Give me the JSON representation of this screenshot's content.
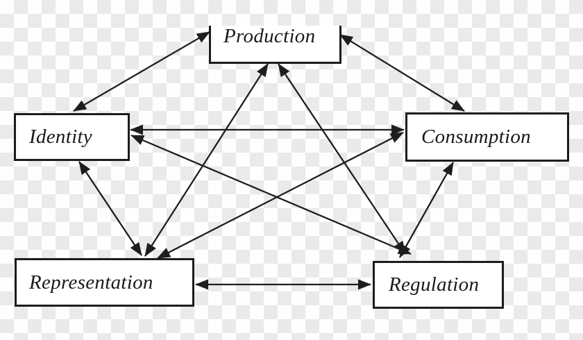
{
  "diagram": {
    "description": "Circuit of culture diagram: five labelled boxes fully interconnected by double-headed arrows on a transparency checkerboard background",
    "nodes": [
      {
        "id": "production",
        "label": "Production"
      },
      {
        "id": "identity",
        "label": "Identity"
      },
      {
        "id": "consumption",
        "label": "Consumption"
      },
      {
        "id": "representation",
        "label": "Representation"
      },
      {
        "id": "regulation",
        "label": "Regulation"
      }
    ],
    "edges": [
      {
        "from": "identity",
        "to": "production",
        "bidirectional": true
      },
      {
        "from": "production",
        "to": "consumption",
        "bidirectional": true
      },
      {
        "from": "identity",
        "to": "consumption",
        "bidirectional": true
      },
      {
        "from": "representation",
        "to": "regulation",
        "bidirectional": true
      },
      {
        "from": "production",
        "to": "representation",
        "bidirectional": true
      },
      {
        "from": "production",
        "to": "regulation",
        "bidirectional": true
      },
      {
        "from": "identity",
        "to": "representation",
        "bidirectional": true
      },
      {
        "from": "identity",
        "to": "regulation",
        "bidirectional": true
      },
      {
        "from": "consumption",
        "to": "representation",
        "bidirectional": true
      },
      {
        "from": "consumption",
        "to": "regulation",
        "bidirectional": true
      }
    ],
    "colors": {
      "line": "#1e1e1e",
      "box_border": "#1c1c1c",
      "box_fill": "#ffffff",
      "text": "#1a1a1a",
      "checker_light": "#fefefe",
      "checker_gray": "#eaeaea"
    }
  }
}
